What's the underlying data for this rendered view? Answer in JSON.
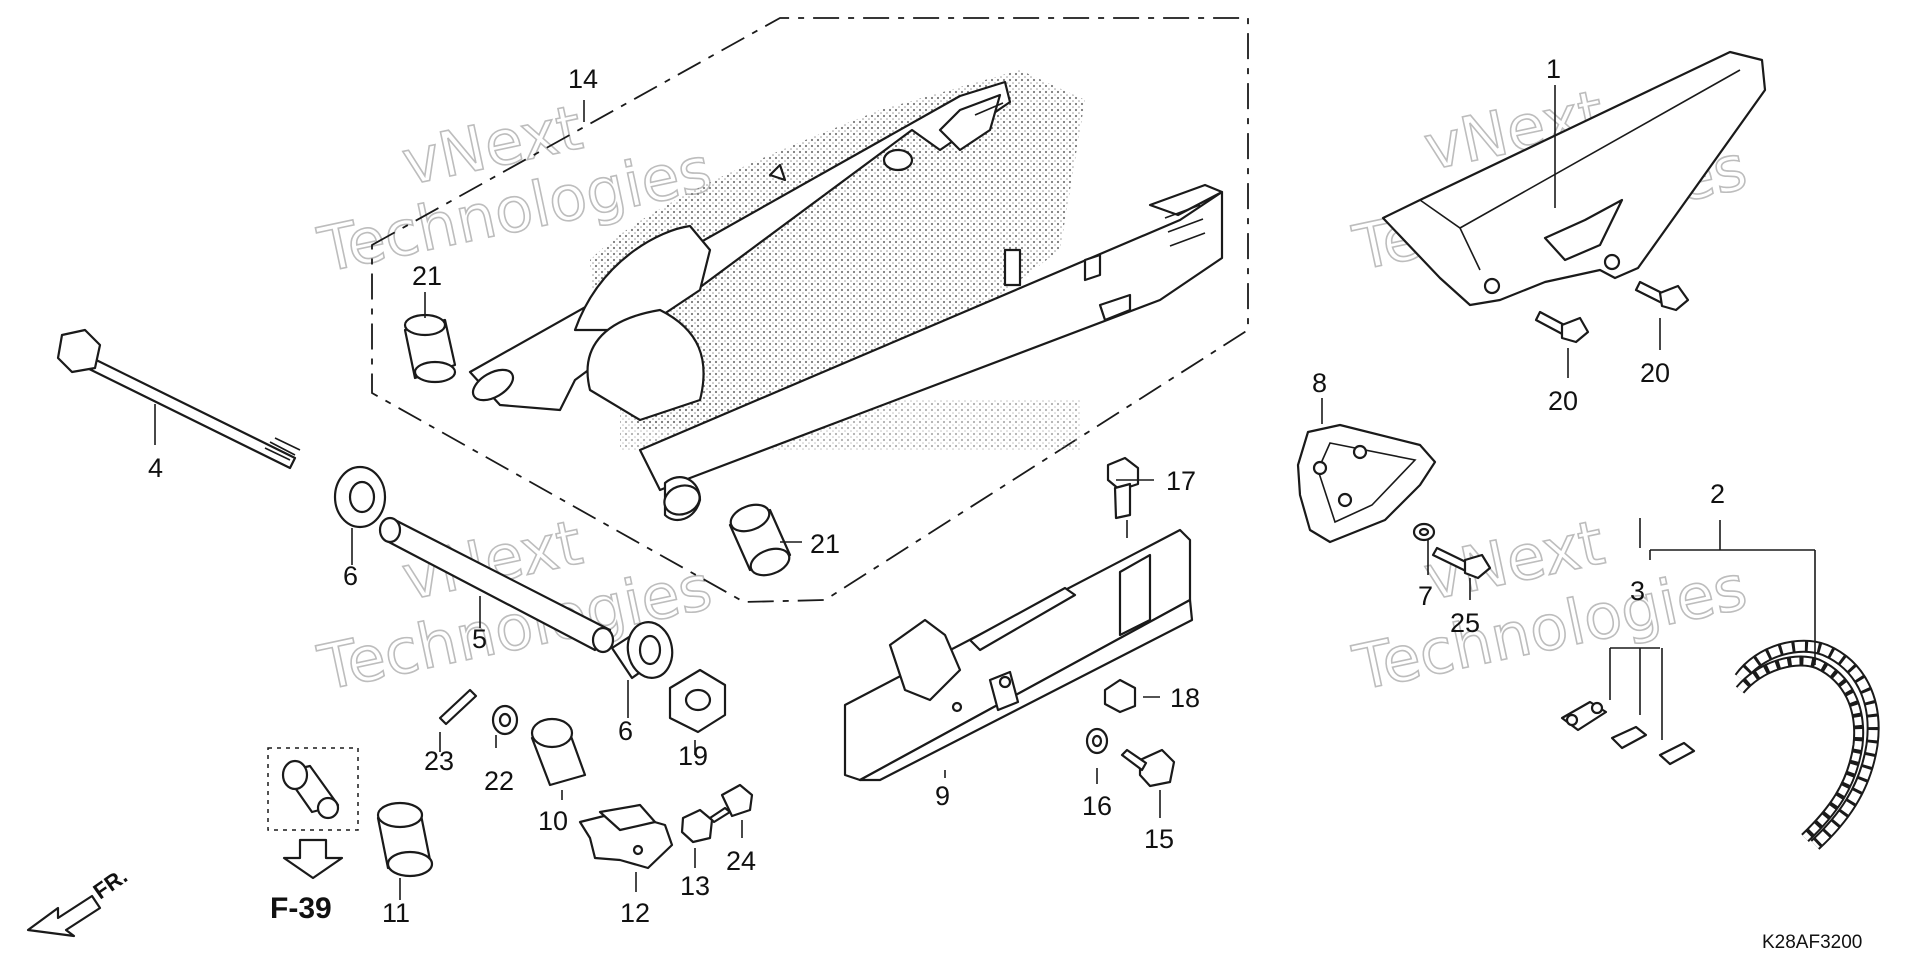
{
  "diagram": {
    "code": "K28AF3200",
    "ref_page": "F-39",
    "front_marker": "FR.",
    "watermark": {
      "line1": "vNext",
      "line2": "Technologies"
    },
    "callouts": {
      "c1": "1",
      "c2": "2",
      "c3": "3",
      "c4": "4",
      "c5": "5",
      "c6a": "6",
      "c6b": "6",
      "c7": "7",
      "c8": "8",
      "c9": "9",
      "c10": "10",
      "c11": "11",
      "c12": "12",
      "c13": "13",
      "c14": "14",
      "c15": "15",
      "c16": "16",
      "c17": "17",
      "c18": "18",
      "c19": "19",
      "c20a": "20",
      "c20b": "20",
      "c21a": "21",
      "c21b": "21",
      "c22": "22",
      "c23": "23",
      "c24": "24",
      "c25": "25"
    }
  }
}
